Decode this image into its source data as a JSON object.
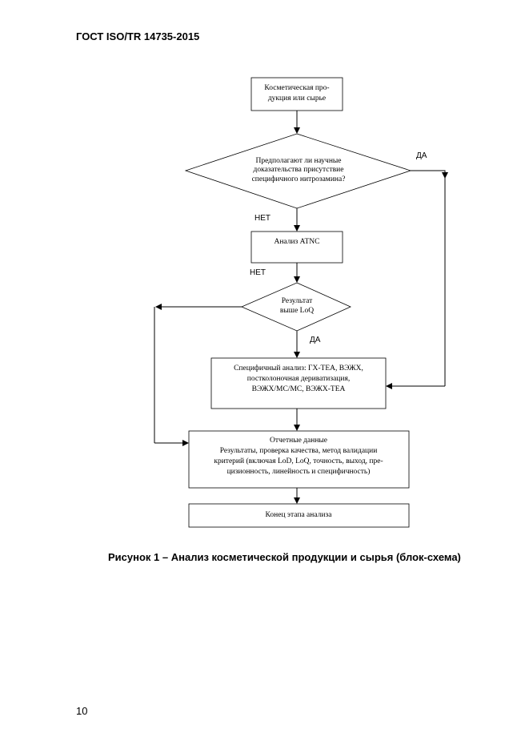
{
  "header": {
    "title": "ГОСТ ISO/TR 14735-2015"
  },
  "flowchart": {
    "start": [
      "Косметическая про-",
      "дукция или сырье"
    ],
    "decision1": [
      "Предполагают ли научные",
      "доказательства присутствие",
      "специфичного нитрозамина?"
    ],
    "yes1": "ДА",
    "no1": "НЕТ",
    "atnc": "Анализ ATNC",
    "no2": "НЕТ",
    "decision2": [
      "Результат",
      "выше LoQ"
    ],
    "yes2": "ДА",
    "specific": [
      "Специфичный анализ: ГХ-ТЕА, ВЭЖХ,",
      "постколоночная дериватизация,",
      "ВЭЖХ/МС/МС, ВЭЖХ-ТЕА"
    ],
    "report": [
      "Отчетные данные",
      "Результаты, проверка качества, метод валидации",
      "критерий (включая LoD, LoQ, точность, выход, пре-",
      "цизионность, линейность и специфичность)"
    ],
    "end": "Конец этапа анализа"
  },
  "caption": "Рисунок 1 – Анализ косметической продукции и сырья (блок-схема)",
  "page_number": "10"
}
